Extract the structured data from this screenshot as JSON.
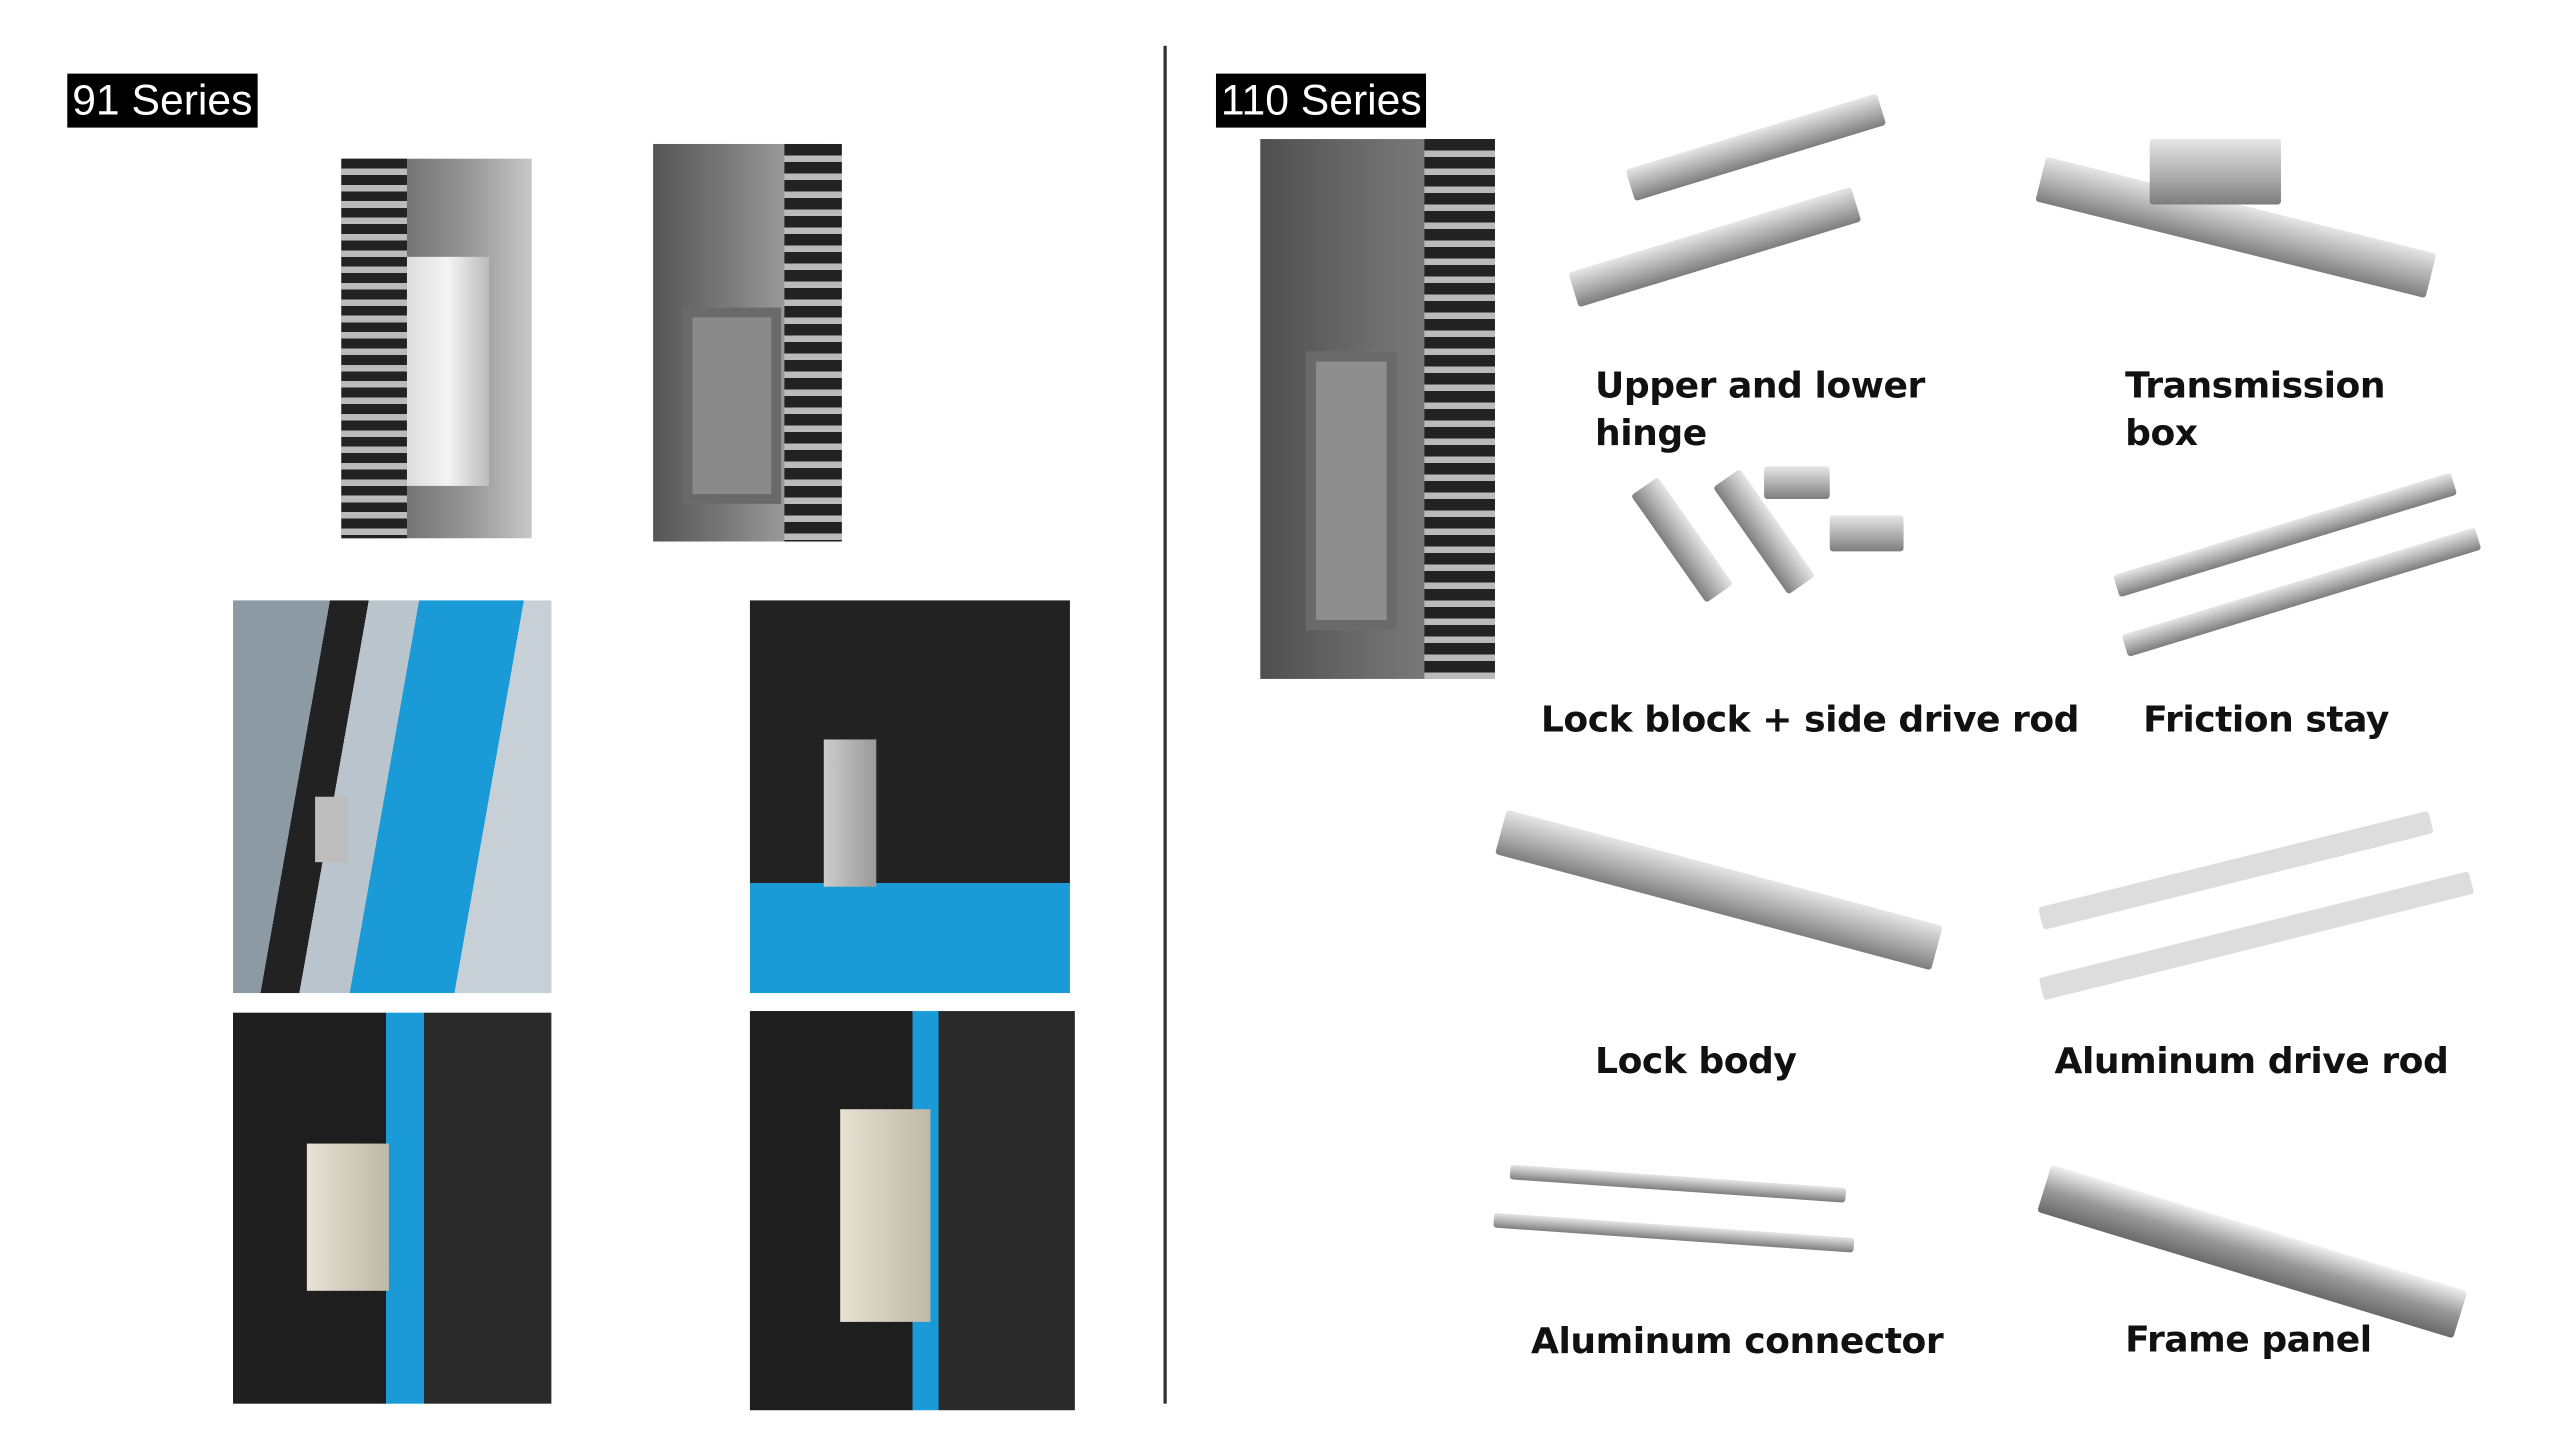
{
  "left": {
    "series_label": "91 Series"
  },
  "right": {
    "series_label": "110 Series",
    "parts": [
      {
        "label": "Upper and lower\nhinge"
      },
      {
        "label": "Transmission\nbox"
      },
      {
        "label": "Lock block + side drive rod"
      },
      {
        "label": "Friction stay"
      },
      {
        "label": "Lock body"
      },
      {
        "label": "Aluminum drive rod"
      },
      {
        "label": "Aluminum connector"
      },
      {
        "label": "Frame panel"
      }
    ]
  },
  "colors": {
    "accent_blue": "#1a9ad6",
    "frame_dark": "#2b2b2b",
    "aluminum": "#a9a9a9"
  }
}
